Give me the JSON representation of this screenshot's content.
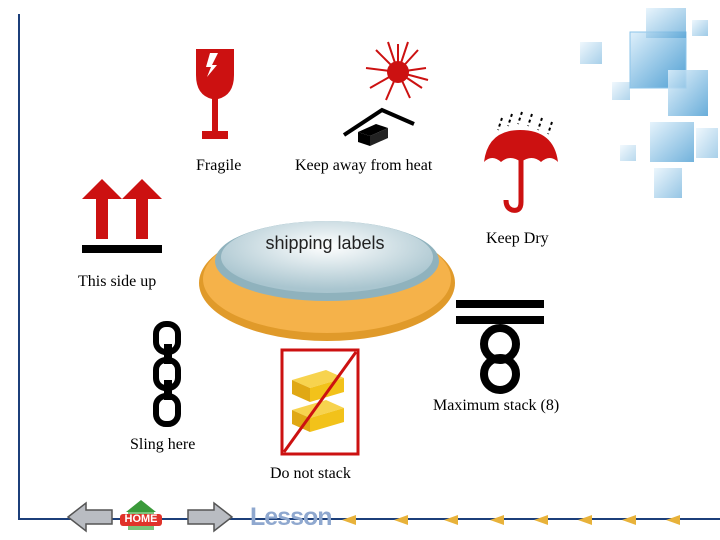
{
  "labels": {
    "fragile": "Fragile",
    "heat": "Keep away from heat",
    "side_up": "This side up",
    "dry": "Keep Dry",
    "center": "shipping labels",
    "stack_max": "Maximum stack (8)",
    "sling": "Sling here",
    "no_stack": "Do not stack"
  },
  "nav": {
    "home_label": "HOME",
    "lesson_label": "Lesson"
  },
  "colors": {
    "symbol_red": "#cc1111",
    "frame_blue": "#1c3f7a",
    "orange": "#f0a733",
    "box_yellow": "#f2c21a"
  }
}
